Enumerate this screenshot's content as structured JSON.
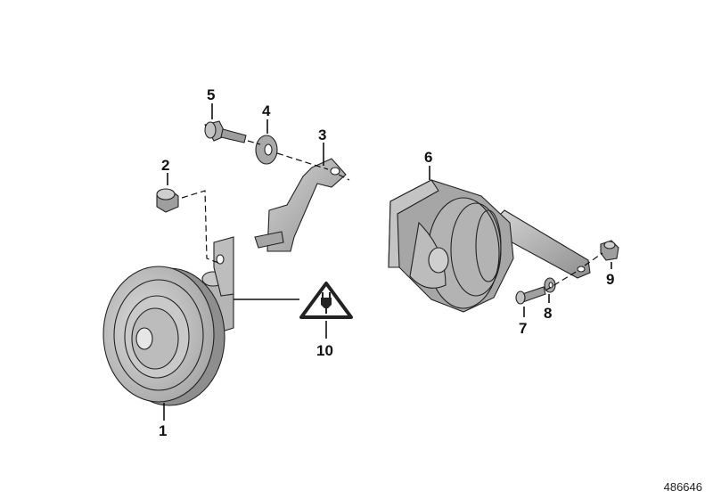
{
  "diagram": {
    "callouts": {
      "p1": "1",
      "p2": "2",
      "p3": "3",
      "p4": "4",
      "p5": "5",
      "p6": "6",
      "p7": "7",
      "p8": "8",
      "p9": "9",
      "p10": "10"
    },
    "image_number": "486646"
  }
}
